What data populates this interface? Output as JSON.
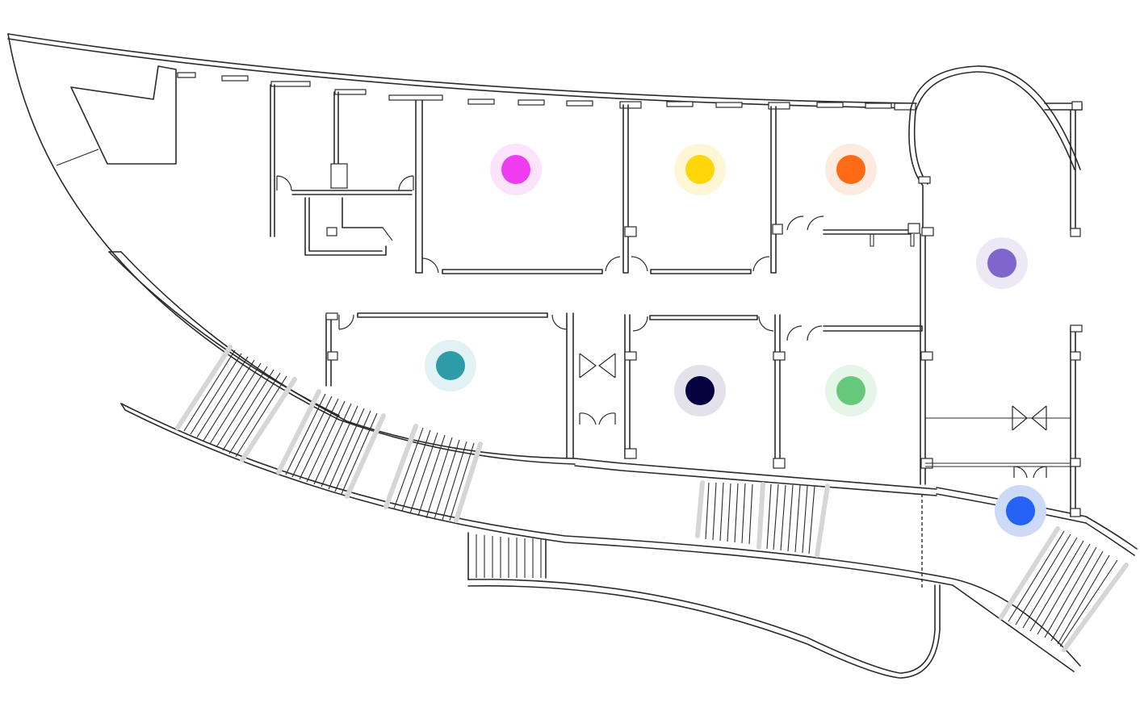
{
  "map": {
    "markers": [
      {
        "name": "marker-magenta",
        "color": "#F03CF0",
        "halo": "#FBE3FB"
      },
      {
        "name": "marker-yellow",
        "color": "#FFD60A",
        "halo": "#FFF6D6"
      },
      {
        "name": "marker-orange",
        "color": "#FF6A14",
        "halo": "#FDEBE0"
      },
      {
        "name": "marker-purple",
        "color": "#7F66CC",
        "halo": "#ECE8F6"
      },
      {
        "name": "marker-teal",
        "color": "#2E9CA8",
        "halo": "#E2F1F3"
      },
      {
        "name": "marker-navy",
        "color": "#060240",
        "halo": "#E3E2EB"
      },
      {
        "name": "marker-green",
        "color": "#66C97A",
        "halo": "#E5F5E8"
      },
      {
        "name": "marker-blue",
        "color": "#2463F5",
        "halo": "#CCDAF8"
      }
    ]
  }
}
